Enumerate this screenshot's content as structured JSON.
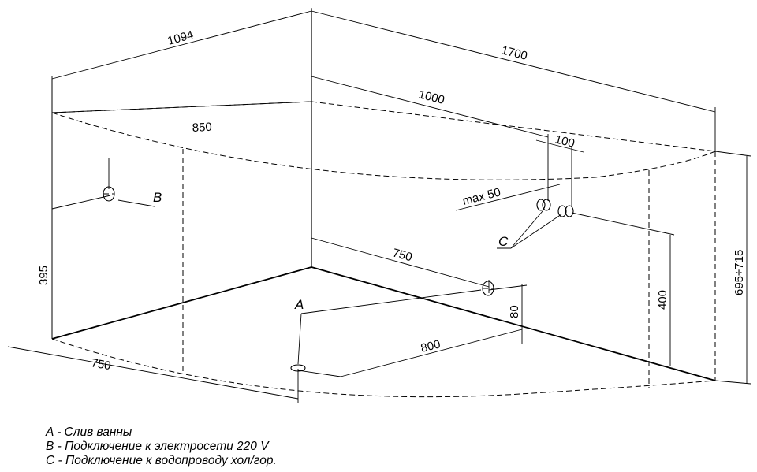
{
  "dimensions": {
    "width_top": "1094",
    "length_top": "1700",
    "drain_to_wall": "1000",
    "electric_offset": "850",
    "pipe_spacing": "100",
    "pipe_max": "max 50",
    "electric_height": "395",
    "floor_750_right": "750",
    "floor_80": "80",
    "floor_800": "800",
    "floor_750_left": "750",
    "water_height": "400",
    "total_height": "695÷715"
  },
  "markers": {
    "a": "A",
    "b": "B",
    "c": "C"
  },
  "legend": [
    "A - Слив ванны",
    "B - Подключение к электросети 220 V",
    "C - Подключение к водопроводу хол/гор."
  ]
}
